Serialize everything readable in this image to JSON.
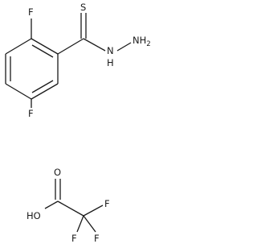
{
  "molecule_thiohydrazide": {
    "atom_f_top": "F",
    "atom_f_bottom": "F",
    "atom_s": "S",
    "atom_nh_hydrazide": "N",
    "atom_nh_hydrazide_h": "H",
    "atom_nh2": "NH",
    "atom_nh2_subscript": "2"
  },
  "molecule_tfa": {
    "atom_o_carbonyl": "O",
    "atom_oh": "HO",
    "atom_f_right": "F",
    "atom_f_bottom_left": "F",
    "atom_f_bottom_right": "F"
  }
}
